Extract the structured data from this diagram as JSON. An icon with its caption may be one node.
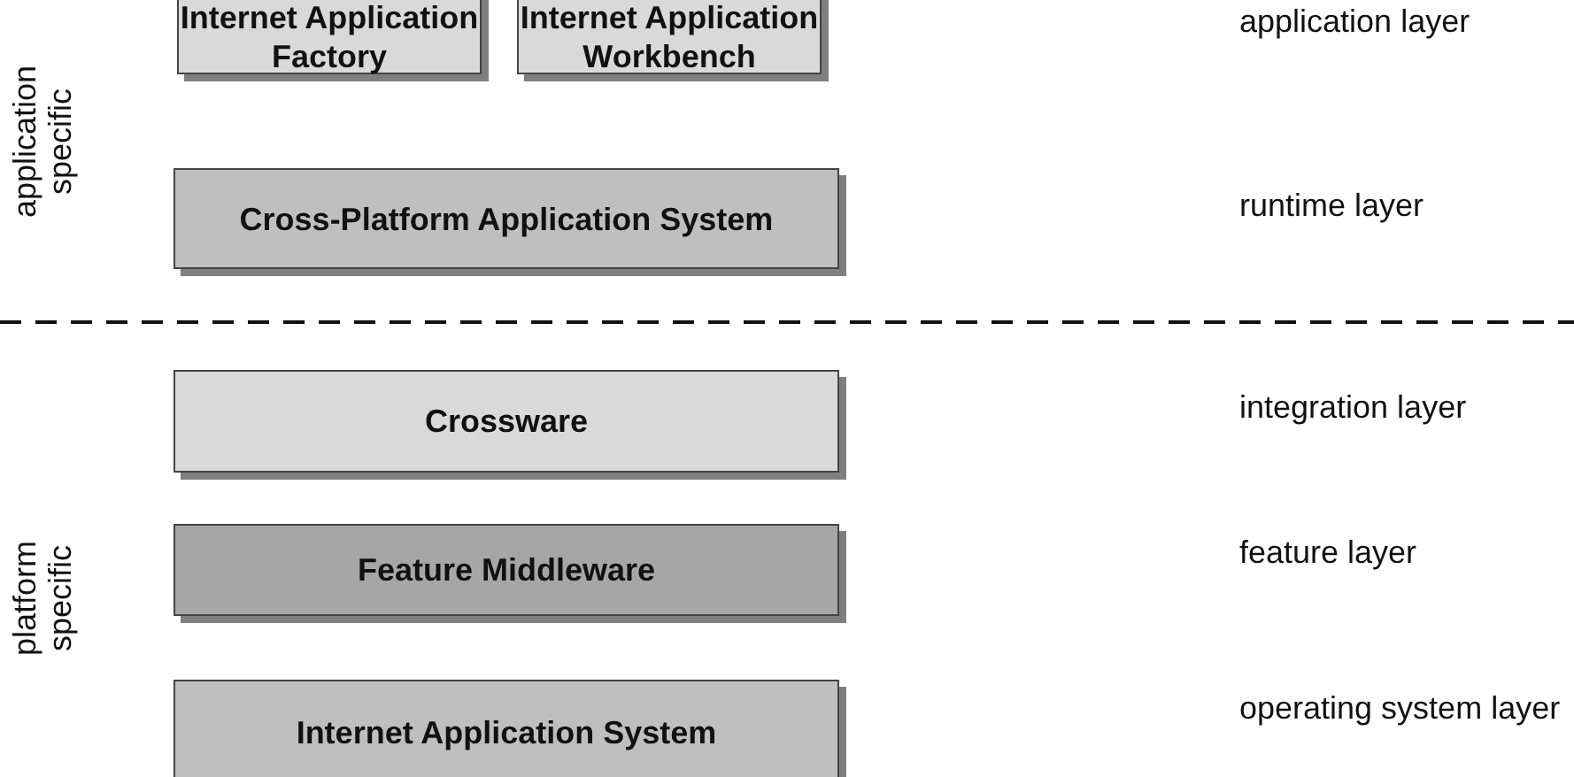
{
  "diagram": {
    "nodes": [
      {
        "text": [
          "Internet Application Factory"
        ]
      },
      {
        "text": [
          "Internet Application Workbench"
        ]
      },
      {
        "text": [
          "Cross-Platform Application System"
        ]
      },
      {
        "text": [
          "Crossware"
        ]
      },
      {
        "text": [
          "Feature Middleware"
        ]
      },
      {
        "text": [
          "Internet Application System"
        ]
      }
    ],
    "edges": [],
    "labels": [
      "application specific",
      "application layer",
      "runtime layer",
      "integration layer",
      "platform specific",
      "feature layer",
      "operating system layer"
    ]
  }
}
